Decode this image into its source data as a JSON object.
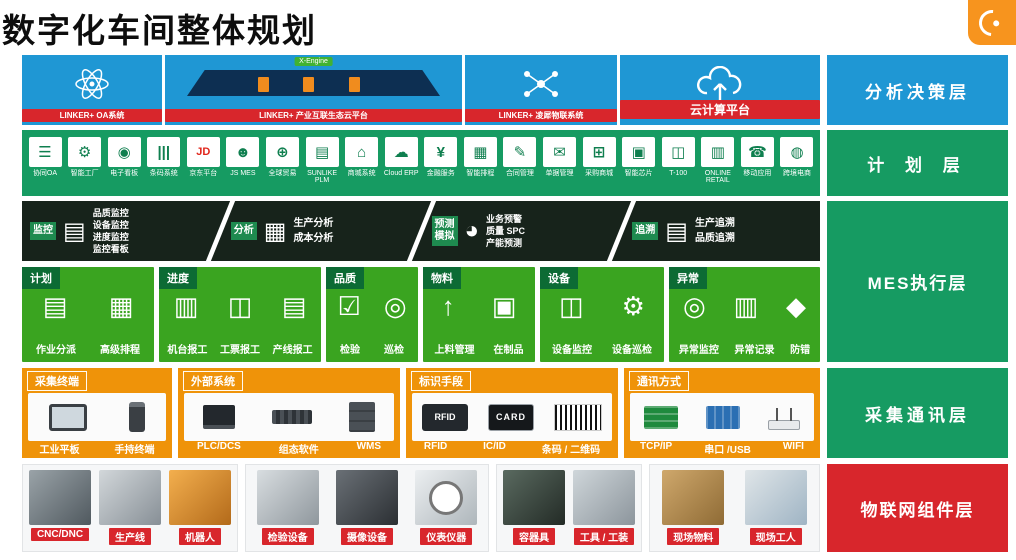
{
  "title": "数字化车间整体规划",
  "colors": {
    "blue": "#1f97d4",
    "green": "#169b62",
    "bright_green": "#3aa420",
    "dark_strip": "#17231b",
    "orange": "#ef9309",
    "red": "#d8262c",
    "logo_orange": "#f7941e"
  },
  "analysis_row": {
    "tiles": [
      {
        "brand": "LINKER+",
        "label": "OA系统"
      },
      {
        "brand": "LINKER+",
        "label": "产业互联生态云平台",
        "badge": "X-Engine"
      },
      {
        "brand": "LINKER+",
        "label": "凌犀物联系统"
      },
      {
        "label": "云计算平台"
      }
    ]
  },
  "planning_row": {
    "tiles": [
      {
        "glyph": "☰",
        "label": "协同OA"
      },
      {
        "glyph": "⚙",
        "label": "智能工厂"
      },
      {
        "glyph": "◉",
        "label": "电子看板"
      },
      {
        "glyph": "|||",
        "label": "条码系统"
      },
      {
        "glyph": "JD",
        "label": "京东平台"
      },
      {
        "glyph": "☻",
        "label": "JS MES"
      },
      {
        "glyph": "⊕",
        "label": "全球贸易"
      },
      {
        "glyph": "▤",
        "label": "SUNLIKE PLM"
      },
      {
        "glyph": "⌂",
        "label": "商城系统"
      },
      {
        "glyph": "☁",
        "label": "Cloud ERP"
      },
      {
        "glyph": "¥",
        "label": "金融服务"
      },
      {
        "glyph": "▦",
        "label": "智能排程"
      },
      {
        "glyph": "✎",
        "label": "合同管理"
      },
      {
        "glyph": "✉",
        "label": "单据管理"
      },
      {
        "glyph": "⊞",
        "label": "采购商城"
      },
      {
        "glyph": "▣",
        "label": "智能芯片"
      },
      {
        "glyph": "◫",
        "label": "T-100"
      },
      {
        "glyph": "▥",
        "label": "ONLINE RETAIL"
      },
      {
        "glyph": "☎",
        "label": "移动应用"
      },
      {
        "glyph": "◍",
        "label": "跨境电商"
      }
    ]
  },
  "mes_strip": {
    "segments": [
      {
        "tag": "监控",
        "glyph": "▤",
        "items": [
          "品质监控",
          "设备监控",
          "进度监控",
          "监控看板"
        ]
      },
      {
        "tag": "分析",
        "glyph": "▦",
        "items": [
          "生产分析",
          "成本分析"
        ]
      },
      {
        "tag": "预测模拟",
        "glyph": "◕",
        "items": [
          "业务预警",
          "质量 SPC",
          "产能预测"
        ]
      },
      {
        "tag": "追溯",
        "glyph": "▤",
        "items": [
          "生产追溯",
          "品质追溯"
        ]
      }
    ]
  },
  "mes_boxes": [
    {
      "tag": "计划",
      "icons": [
        "▤",
        "▦"
      ],
      "items": [
        "作业分派",
        "高级排程"
      ]
    },
    {
      "tag": "进度",
      "icons": [
        "▥",
        "◫",
        "▤"
      ],
      "items": [
        "机台报工",
        "工票报工",
        "产线报工"
      ]
    },
    {
      "tag": "品质",
      "icons": [
        "☑",
        "◎"
      ],
      "items": [
        "检验",
        "巡检"
      ]
    },
    {
      "tag": "物料",
      "icons": [
        "↑",
        "▣"
      ],
      "items": [
        "上料管理",
        "在制品"
      ]
    },
    {
      "tag": "设备",
      "icons": [
        "◫",
        "⚙"
      ],
      "items": [
        "设备监控",
        "设备巡检"
      ]
    },
    {
      "tag": "异常",
      "icons": [
        "◎",
        "▥",
        "◆"
      ],
      "items": [
        "异常监控",
        "异常记录",
        "防错"
      ]
    }
  ],
  "collection_boxes": [
    {
      "tag": "采集终端",
      "items": [
        "工业平板",
        "手持终端"
      ]
    },
    {
      "tag": "外部系统",
      "items": [
        "PLC/DCS",
        "组态软件",
        "WMS"
      ]
    },
    {
      "tag": "标识手段",
      "rfid_text": "RFID",
      "card_text": "CARD",
      "items": [
        "RFID",
        "IC/ID",
        "条码 / 二维码"
      ]
    },
    {
      "tag": "通讯方式",
      "items": [
        "TCP/IP",
        "串口 /USB",
        "WIFI"
      ]
    }
  ],
  "iot_row": {
    "groups": [
      {
        "items": [
          "CNC/DNC",
          "生产线",
          "机器人"
        ]
      },
      {
        "items": [
          "检验设备",
          "摄像设备",
          "仪表仪器"
        ]
      },
      {
        "items": [
          "容器具",
          "工具 / 工装"
        ]
      },
      {
        "items": [
          "现场物料",
          "现场工人"
        ]
      }
    ]
  },
  "right_labels": {
    "analysis": "分析决策层",
    "planning": "计 划 层",
    "mes": "MES执行层",
    "collection": "采集通讯层",
    "iot": "物联网组件层"
  }
}
